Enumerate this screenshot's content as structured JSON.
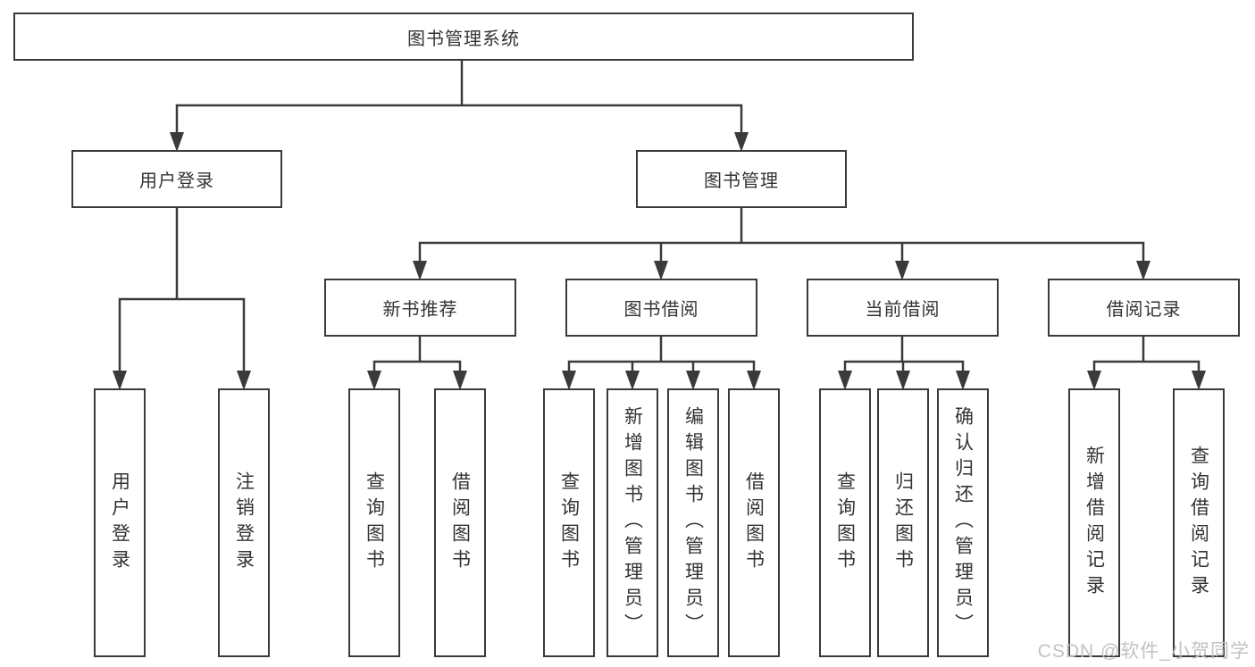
{
  "diagram": {
    "root": "图书管理系统",
    "branches": {
      "user_login": "用户登录",
      "book_mgmt": "图书管理"
    },
    "modules": {
      "new_book_rec": "新书推荐",
      "book_borrow": "图书借阅",
      "current_borrow": "当前借阅",
      "borrow_record": "借阅记录"
    },
    "leaves": {
      "user_login": "用户登录",
      "logout": "注销登录",
      "query_book_rec": "查询图书",
      "borrow_book_rec": "借阅图书",
      "query_book_borrow": "查询图书",
      "add_book_admin": "新增图书（管理员）",
      "edit_book_admin": "编辑图书（管理员）",
      "borrow_book": "借阅图书",
      "query_book_current": "查询图书",
      "return_book": "归还图书",
      "confirm_return_admin": "确认归还（管理员）",
      "add_borrow_record": "新增借阅记录",
      "query_borrow_record": "查询借阅记录"
    }
  },
  "watermark": "CSDN @软件_小贺同学",
  "colors": {
    "line": "#3a3a3a",
    "text": "#333333",
    "watermark": "#c2c2c2",
    "background": "#ffffff"
  }
}
